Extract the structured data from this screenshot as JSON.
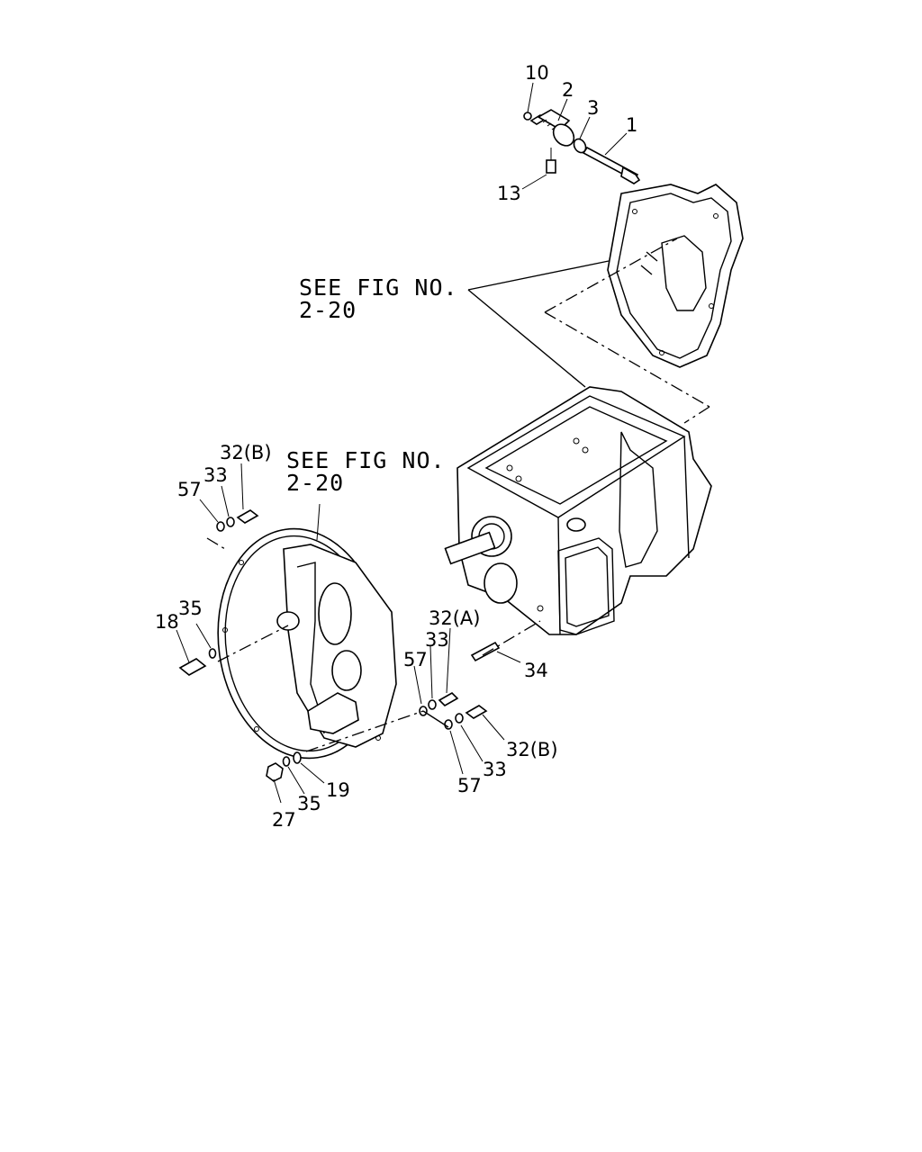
{
  "labels": {
    "p10": "10",
    "p2": "2",
    "p3": "3",
    "p1": "1",
    "p13": "13",
    "p32b_top": "32(B)",
    "p33_top": "33",
    "p57_top": "57",
    "p18": "18",
    "p35_left": "35",
    "p32a": "32(A)",
    "p33_mid": "33",
    "p57_mid": "57",
    "p34": "34",
    "p32b_bot": "32(B)",
    "p33_bot": "33",
    "p57_bot": "57",
    "p19": "19",
    "p35_bot": "35",
    "p27": "27"
  },
  "notes": {
    "upper": {
      "line1": "SEE FIG NO.",
      "line2": "2-20"
    },
    "lower": {
      "line1": "SEE FIG NO.",
      "line2": "2-20"
    }
  }
}
